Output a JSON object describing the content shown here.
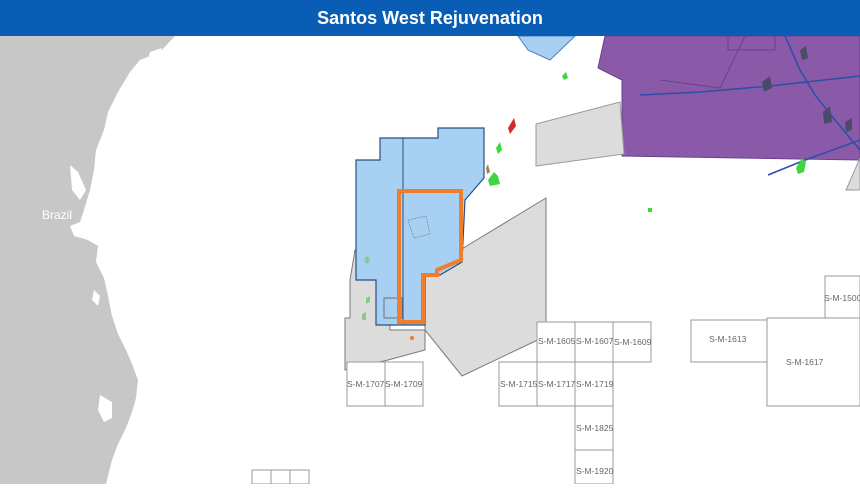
{
  "header": {
    "title": "Santos West Rejuvenation"
  },
  "map": {
    "country_label": "Brazil",
    "colors": {
      "header": "#0a5db5",
      "land": "#c7c7c7",
      "blue_block": "#a8d0f2",
      "purple_block": "#8a5aa8",
      "grey_block": "#dcdcdc",
      "highlight": "#f07d2d",
      "oil_field": "#d42a2a",
      "gas_field": "#3fd63f",
      "line": "#2a4fa8"
    },
    "blocks": [
      "S-M-1500",
      "S-M-1605",
      "S-M-1607",
      "S-M-1609",
      "S-M-1613",
      "S-M-1617",
      "S-M-1707",
      "S-M-1709",
      "S-M-1715",
      "S-M-1717",
      "S-M-1719",
      "S-M-1825",
      "S-M-1920"
    ]
  }
}
